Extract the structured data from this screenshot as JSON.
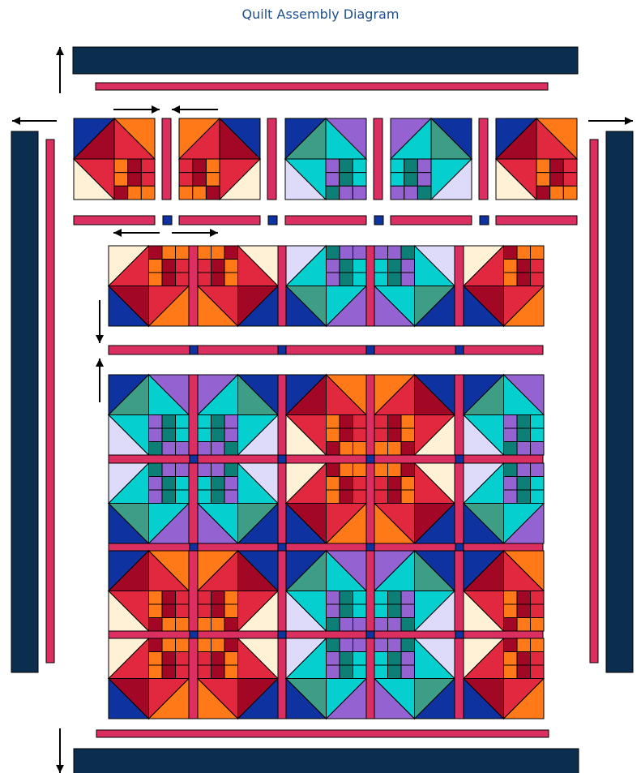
{
  "title": "Quilt Assembly Diagram",
  "colors": {
    "navy": "#0b2e4f",
    "pink": "#dc2f61",
    "blue": "#0e33a0",
    "red": "#e1283f",
    "maroon": "#a30726",
    "orange": "#ff7918",
    "cream": "#fff1d6",
    "teal": "#3d9d85",
    "aqua": "#06d0cf",
    "dteal": "#0d7f76",
    "purple": "#9562d1",
    "lav": "#dedbfa"
  },
  "block_styles": {
    "warm": [
      "blue",
      "orange",
      "maroon",
      "red",
      "cream",
      "red",
      "red",
      "maroon",
      "cream",
      "orange",
      "maroon",
      "red",
      "orange",
      "maroon",
      "red",
      "maroon",
      "orange"
    ],
    "cool": [
      "blue",
      "purple",
      "teal",
      "aqua",
      "lav",
      "aqua",
      "aqua",
      "dteal",
      "lav",
      "purple",
      "dteal",
      "aqua",
      "purple",
      "dteal",
      "aqua",
      "dteal",
      "purple"
    ]
  },
  "layout": {
    "top_row": [
      {
        "style": "warm",
        "rot": 0,
        "flip": false
      },
      {
        "style": "warm",
        "rot": 0,
        "flip": true
      },
      {
        "style": "cool",
        "rot": 0,
        "flip": false
      },
      {
        "style": "cool",
        "rot": 0,
        "flip": true
      },
      {
        "style": "warm",
        "rot": 0,
        "flip": false
      }
    ],
    "second_row": [
      {
        "style": "warm",
        "rot": 180,
        "flip": true
      },
      {
        "style": "warm",
        "rot": 180,
        "flip": false
      },
      {
        "style": "cool",
        "rot": 180,
        "flip": true
      },
      {
        "style": "cool",
        "rot": 180,
        "flip": false
      },
      {
        "style": "warm",
        "rot": 180,
        "flip": true
      }
    ],
    "main_grid": [
      [
        {
          "style": "cool",
          "rot": 0,
          "flip": false
        },
        {
          "style": "cool",
          "rot": 0,
          "flip": true
        },
        {
          "style": "warm",
          "rot": 0,
          "flip": false
        },
        {
          "style": "warm",
          "rot": 0,
          "flip": true
        },
        {
          "style": "cool",
          "rot": 0,
          "flip": false
        }
      ],
      [
        {
          "style": "cool",
          "rot": 180,
          "flip": true
        },
        {
          "style": "cool",
          "rot": 180,
          "flip": false
        },
        {
          "style": "warm",
          "rot": 180,
          "flip": true
        },
        {
          "style": "warm",
          "rot": 180,
          "flip": false
        },
        {
          "style": "cool",
          "rot": 180,
          "flip": true
        }
      ],
      [
        {
          "style": "warm",
          "rot": 0,
          "flip": false
        },
        {
          "style": "warm",
          "rot": 0,
          "flip": true
        },
        {
          "style": "cool",
          "rot": 0,
          "flip": false
        },
        {
          "style": "cool",
          "rot": 0,
          "flip": true
        },
        {
          "style": "warm",
          "rot": 0,
          "flip": false
        }
      ],
      [
        {
          "style": "warm",
          "rot": 180,
          "flip": true
        },
        {
          "style": "warm",
          "rot": 180,
          "flip": false
        },
        {
          "style": "cool",
          "rot": 180,
          "flip": true
        },
        {
          "style": "cool",
          "rot": 180,
          "flip": false
        },
        {
          "style": "warm",
          "rot": 180,
          "flip": true
        }
      ]
    ]
  }
}
